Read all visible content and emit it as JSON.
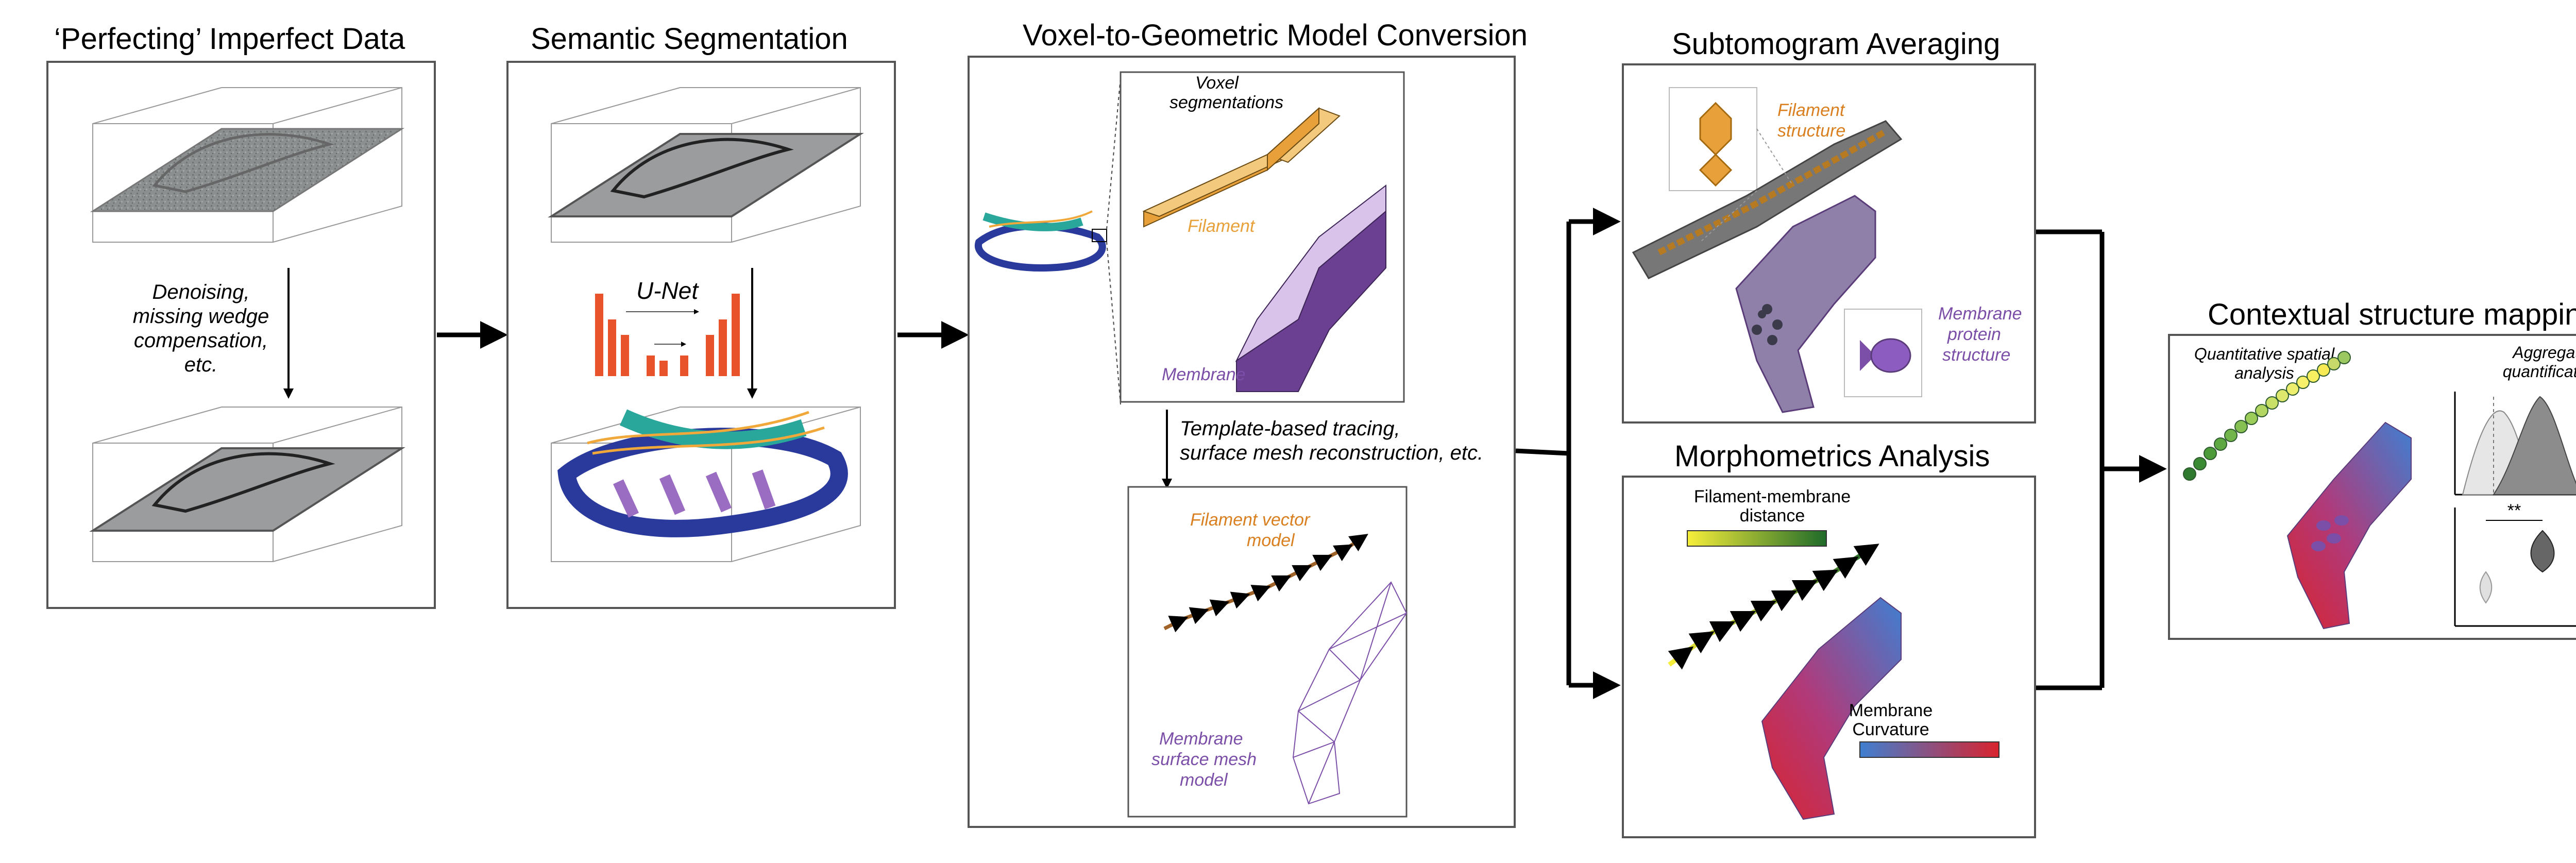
{
  "panels": {
    "imperfect": {
      "title": "‘Perfecting’ Imperfect Data",
      "step_lines": [
        "Denoising,",
        "missing wedge",
        "compensation,",
        "etc."
      ]
    },
    "segmentation": {
      "title": "Semantic Segmentation",
      "network_label": "U-Net"
    },
    "conversion": {
      "title": "Voxel-to-Geometric Model Conversion",
      "voxel_lines": [
        "Voxel",
        "segmentations"
      ],
      "filament_label": "Filament",
      "membrane_label": "Membrane",
      "step_lines": [
        "Template-based tracing,",
        "surface mesh reconstruction, etc."
      ],
      "vector_lines": [
        "Filament vector",
        "model"
      ],
      "mesh_lines": [
        "Membrane",
        "surface mesh",
        "model"
      ]
    },
    "averaging": {
      "title": "Subtomogram Averaging",
      "filament_lines": [
        "Filament",
        "structure"
      ],
      "protein_lines": [
        "Membrane",
        "protein",
        "structure"
      ]
    },
    "morphometrics": {
      "title": "Morphometrics Analysis",
      "distance_lines": [
        "Filament-membrane",
        "distance"
      ],
      "curvature_lines": [
        "Membrane",
        "Curvature"
      ]
    },
    "contextual": {
      "title": "Contextual structure mapping",
      "spatial_lines": [
        "Quantitative spatial",
        "analysis"
      ],
      "aggregate_lines": [
        "Aggregated",
        "quantifications"
      ],
      "significance": "**"
    }
  },
  "colors": {
    "orange": "#e8a13a",
    "purple": "#7b4fa8",
    "blue": "#2a3a9c",
    "teal": "#2aa79b",
    "red": "#e8532b",
    "curv_red": "#d9232e",
    "curv_blue": "#3f7fd1"
  }
}
